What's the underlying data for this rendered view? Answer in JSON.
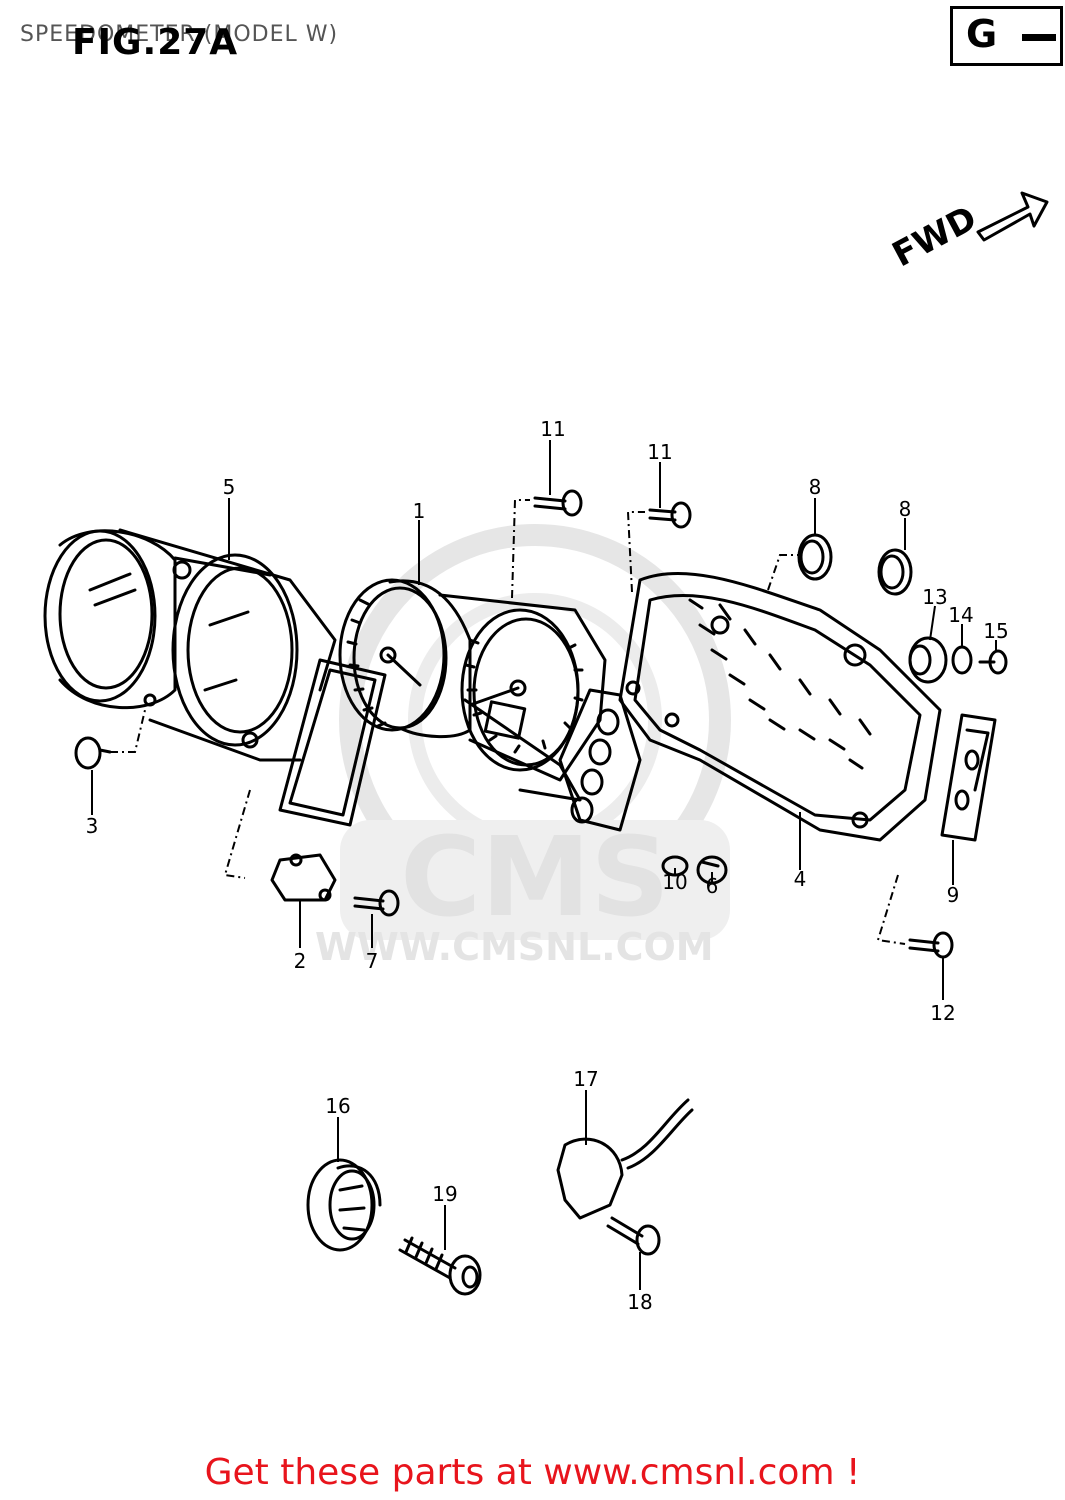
{
  "header": {
    "title": "SPEEDOMETER (MODEL W)",
    "fig_label": "FIG.27A",
    "section_letter": "G"
  },
  "direction_label": "FWD",
  "watermark": {
    "text": "WWW.CMSNL.COM",
    "logo": "CMS"
  },
  "callouts": {
    "c1": "1",
    "c2": "2",
    "c3": "3",
    "c4": "4",
    "c5": "5",
    "c6": "6",
    "c7": "7",
    "c8a": "8",
    "c8b": "8",
    "c9": "9",
    "c10": "10",
    "c11a": "11",
    "c11b": "11",
    "c12": "12",
    "c13": "13",
    "c14": "14",
    "c15": "15",
    "c16": "16",
    "c17": "17",
    "c18": "18",
    "c19": "19"
  },
  "footer": {
    "cta": "Get these parts at www.cmsnl.com !"
  },
  "colors": {
    "line": "#000000",
    "footer_text": "#e8141c",
    "watermark": "#e4e4e4"
  }
}
